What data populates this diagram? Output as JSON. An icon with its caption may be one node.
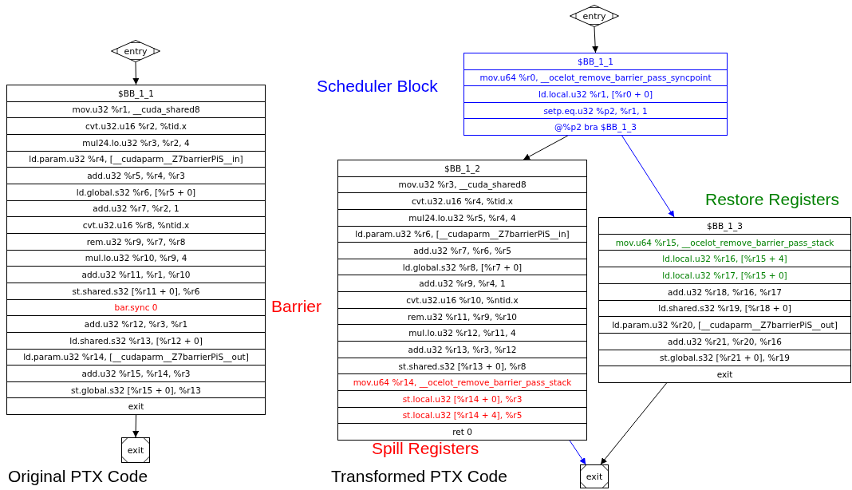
{
  "diagram": {
    "nodes": [
      {
        "text": [
          "entry"
        ]
      },
      {
        "text": [
          "$BB_1_1",
          "mov.u32 %r1, __cuda_shared8",
          "cvt.u32.u16 %r2, %tid.x",
          "mul24.lo.u32 %r3, %r2, 4",
          "ld.param.u32 %r4, [__cudaparm__Z7barrierPiS__in]",
          "add.u32 %r5, %r4, %r3",
          "ld.global.s32 %r6, [%r5 + 0]",
          "add.u32 %r7, %r2, 1",
          "cvt.u32.u16 %r8, %ntid.x",
          "rem.u32 %r9, %r7, %r8",
          "mul.lo.u32 %r10, %r9, 4",
          "add.u32 %r11, %r1, %r10",
          "st.shared.s32 [%r11 + 0], %r6",
          "bar.sync 0",
          "add.u32 %r12, %r3, %r1",
          "ld.shared.s32 %r13, [%r12 + 0]",
          "ld.param.u32 %r14, [__cudaparm__Z7barrierPiS__out]",
          "add.u32 %r15, %r14, %r3",
          "st.global.s32 [%r15 + 0], %r13",
          "exit"
        ],
        "beside": [
          "Barrier"
        ]
      },
      {
        "text": [
          "exit"
        ]
      },
      {
        "text": [
          "entry"
        ]
      },
      {
        "text": [
          "$BB_1_1",
          "mov.u64 %r0, __ocelot_remove_barrier_pass_syncpoint",
          "ld.local.u32 %r1, [%r0 + 0]",
          "setp.eq.u32 %p2, %r1, 1",
          "@%p2 bra $BB_1_3"
        ],
        "beside": [
          "Scheduler Block"
        ]
      },
      {
        "text": [
          "$BB_1_2",
          "mov.u32 %r3, __cuda_shared8",
          "cvt.u32.u16 %r4, %tid.x",
          "mul24.lo.u32 %r5, %r4, 4",
          "ld.param.u32 %r6, [__cudaparm__Z7barrierPiS__in]",
          "add.u32 %r7, %r6, %r5",
          "ld.global.s32 %r8, [%r7 + 0]",
          "add.u32 %r9, %r4, 1",
          "cvt.u32.u16 %r10, %ntid.x",
          "rem.u32 %r11, %r9, %r10",
          "mul.lo.u32 %r12, %r11, 4",
          "add.u32 %r13, %r3, %r12",
          "st.shared.s32 [%r13 + 0], %r8",
          "mov.u64 %r14, __ocelot_remove_barrier_pass_stack",
          "st.local.u32 [%r14 + 0], %r3",
          "st.local.u32 [%r14 + 4], %r5",
          "ret 0"
        ],
        "beside": [
          "Spill Registers"
        ]
      },
      {
        "text": [
          "$BB_1_3",
          "mov.u64 %r15, __ocelot_remove_barrier_pass_stack",
          "ld.local.u32 %r16, [%r15 + 4]",
          "ld.local.u32 %r17, [%r15 + 0]",
          "add.u32 %r18, %r16, %r17",
          "ld.shared.s32 %r19, [%r18 + 0]",
          "ld.param.u32 %r20, [__cudaparm__Z7barrierPiS__out]",
          "add.u32 %r21, %r20, %r16",
          "st.global.s32 [%r21 + 0], %r19",
          "exit"
        ],
        "beside": [
          "Restore Registers"
        ]
      },
      {
        "text": [
          "exit"
        ]
      }
    ],
    "edges": [
      {
        "from": 0,
        "to": 1,
        "arrow": "to"
      },
      {
        "from": 1,
        "to": 2,
        "arrow": "to"
      },
      {
        "from": 3,
        "to": 4,
        "arrow": "to"
      },
      {
        "from": 4,
        "to": 5,
        "arrow": "to"
      },
      {
        "from": 4,
        "to": 6,
        "arrow": "to",
        "color": "#0000ff"
      },
      {
        "from": 5,
        "to": 7,
        "arrow": "to",
        "color": "#0000ff"
      },
      {
        "from": 6,
        "to": 7,
        "arrow": "to"
      }
    ],
    "labels": [
      "Original PTX Code",
      "Transformed PTX Code"
    ]
  }
}
